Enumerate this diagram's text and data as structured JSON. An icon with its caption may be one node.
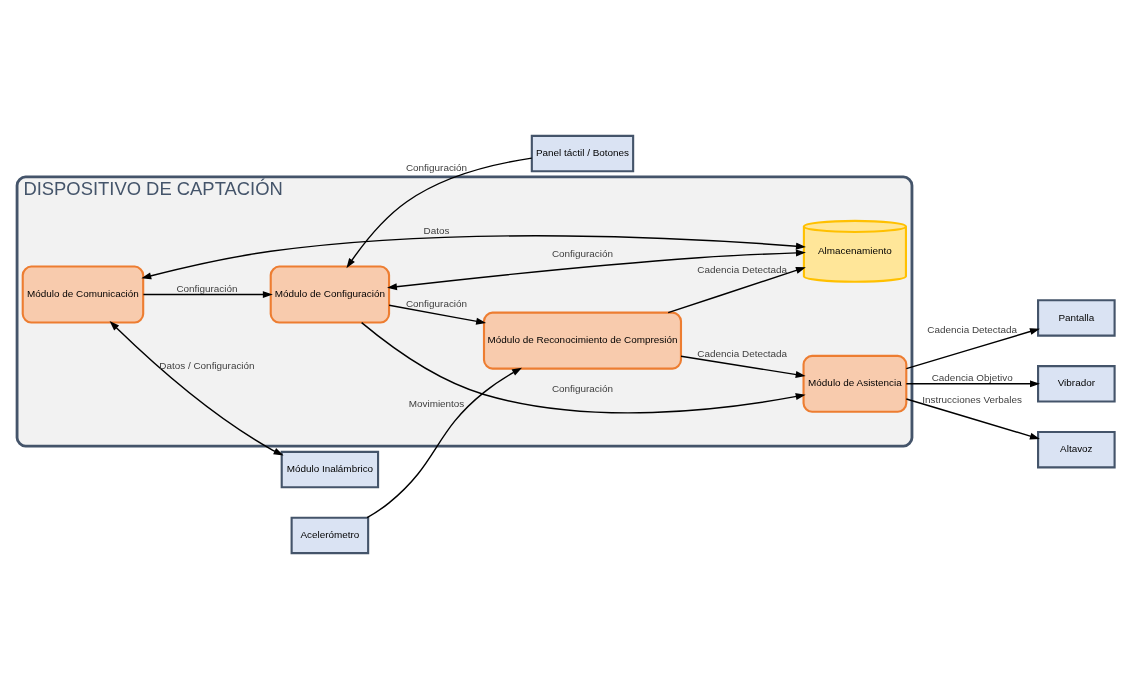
{
  "diagram": {
    "nodes": [
      {
        "text": [
          "DISPOSITIVO DE CAPTACIÓN"
        ]
      },
      {
        "text": [
          "Almacenamiento"
        ],
        "in": 0
      },
      {
        "text": [
          "Módulo de Comunicación"
        ],
        "in": 0
      },
      {
        "text": [
          "Módulo de Configuración"
        ],
        "in": 0
      },
      {
        "text": [
          "Módulo de Reconocimiento de Compresión"
        ],
        "in": 0
      },
      {
        "text": [
          "Módulo de Asistencia"
        ],
        "in": 0
      },
      {
        "text": [
          "Módulo Inalámbrico"
        ]
      },
      {
        "text": [
          "Panel táctil / Botones"
        ]
      },
      {
        "text": [
          "Pantalla"
        ]
      },
      {
        "text": [
          "Vibrador"
        ]
      },
      {
        "text": [
          "Altavoz"
        ]
      },
      {
        "text": [
          "Acelerómetro"
        ]
      }
    ],
    "edges": [
      {
        "from": 2,
        "to": 1,
        "arrow": "both",
        "label": "Datos"
      },
      {
        "from": 2,
        "to": 6,
        "arrow": "both",
        "label": "Datos / Configuración"
      },
      {
        "from": 2,
        "to": 3,
        "arrow": "to",
        "label": "Configuración"
      },
      {
        "from": 3,
        "to": 1,
        "arrow": "both",
        "label": "Configuración"
      },
      {
        "from": 7,
        "to": 3,
        "arrow": "to",
        "label": "Configuración"
      },
      {
        "from": 3,
        "to": 4,
        "arrow": "to",
        "label": "Configuración"
      },
      {
        "from": 3,
        "to": 5,
        "arrow": "to",
        "label": "Configuración"
      },
      {
        "from": 4,
        "to": 1,
        "arrow": "to",
        "label": "Cadencia Detectada"
      },
      {
        "from": 11,
        "to": 4,
        "arrow": "to",
        "label": "Movimientos"
      },
      {
        "from": 4,
        "to": 5,
        "arrow": "to",
        "label": "Cadencia Detectada"
      },
      {
        "from": 5,
        "to": 8,
        "arrow": "to",
        "label": "Cadencia Detectada"
      },
      {
        "from": 5,
        "to": 9,
        "arrow": "to",
        "label": "Cadencia Objetivo"
      },
      {
        "from": 5,
        "to": 10,
        "arrow": "to",
        "label": "Instrucciones Verbales"
      }
    ]
  }
}
